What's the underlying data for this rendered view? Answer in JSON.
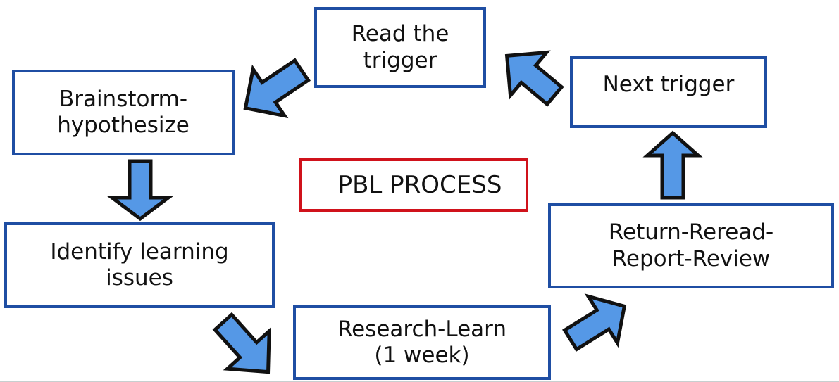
{
  "diagram": {
    "title": "PBL PROCESS",
    "colors": {
      "box_border": "#1f4ea3",
      "title_border": "#d0121b",
      "arrow_fill": "#5598e6",
      "arrow_stroke": "#111111"
    },
    "steps": [
      {
        "id": "read-trigger",
        "lines": [
          "Read the",
          "trigger"
        ]
      },
      {
        "id": "brainstorm",
        "lines": [
          "Brainstorm-",
          "hypothesize"
        ]
      },
      {
        "id": "identify-issues",
        "lines": [
          "Identify learning",
          "issues"
        ]
      },
      {
        "id": "research-learn",
        "lines": [
          "Research-Learn",
          "(1 week)"
        ]
      },
      {
        "id": "return-review",
        "lines": [
          "Return-Reread-",
          "Report-Review"
        ]
      },
      {
        "id": "next-trigger",
        "lines": [
          "Next trigger"
        ]
      }
    ],
    "flow": [
      {
        "from": "read-trigger",
        "to": "brainstorm",
        "direction": "down-left"
      },
      {
        "from": "brainstorm",
        "to": "identify-issues",
        "direction": "down"
      },
      {
        "from": "identify-issues",
        "to": "research-learn",
        "direction": "down-right"
      },
      {
        "from": "research-learn",
        "to": "return-review",
        "direction": "up-right"
      },
      {
        "from": "return-review",
        "to": "next-trigger",
        "direction": "up"
      },
      {
        "from": "next-trigger",
        "to": "read-trigger",
        "direction": "up-left"
      }
    ]
  }
}
